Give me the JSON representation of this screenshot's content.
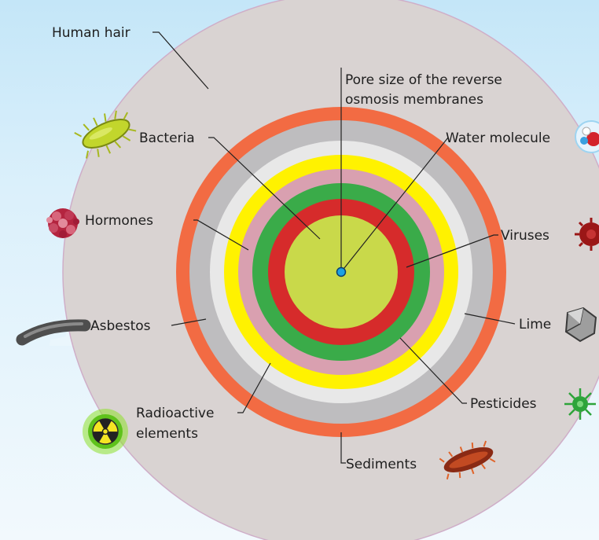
{
  "labels": {
    "human_hair": "Human hair",
    "pore_size_line1": "Pore size of the reverse",
    "pore_size_line2": "osmosis membranes",
    "bacteria": "Bacteria",
    "water_molecule": "Water molecule",
    "hormones": "Hormones",
    "viruses": "Viruses",
    "asbestos": "Asbestos",
    "lime": "Lime",
    "radioactive_line1": "Radioactive",
    "radioactive_line2": "elements",
    "pesticides": "Pesticides",
    "sediments": "Sediments"
  },
  "colors": {
    "background_top": "#c4e6f8",
    "human_hair": "#d9d3d2",
    "sediments": "#f26b43",
    "lime": "#bebdbf",
    "asbestos": "#e8e8e8",
    "radioactive": "#fff200",
    "hormones": "#d9a0b0",
    "pesticides": "#3aab49",
    "viruses": "#d62b2b",
    "bacteria": "#c9d94a",
    "pore": "#1da1e3"
  },
  "icons": [
    "bacteria-icon",
    "hormones-icon",
    "asbestos-icon",
    "radiation-icon",
    "water-molecule-icon",
    "virus-icon",
    "lime-crystal-icon",
    "pesticide-icon",
    "sediment-icon"
  ]
}
